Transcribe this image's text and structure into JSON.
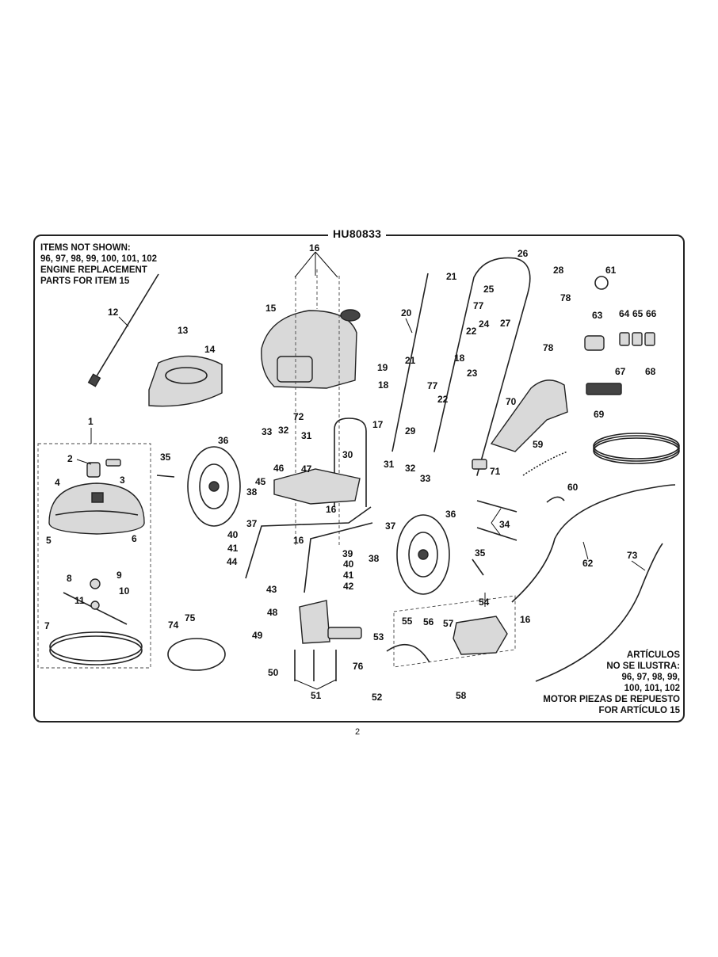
{
  "title": "HU80833",
  "notes": {
    "left": [
      "ITEMS NOT SHOWN:",
      "96, 97, 98, 99, 100, 101, 102",
      "ENGINE REPLACEMENT",
      "PARTS FOR ITEM 15"
    ],
    "right": [
      "ARTÍCULOS",
      "NO SE ILUSTRA:",
      "96, 97, 98, 99,",
      "100, 101, 102",
      "MOTOR PIEZAS DE REPUESTO",
      "FOR  ARTÍCULO 15"
    ]
  },
  "page_number": "2",
  "callouts": [
    "1",
    "2",
    "3",
    "4",
    "5",
    "6",
    "7",
    "8",
    "9",
    "10",
    "11",
    "12",
    "13",
    "14",
    "15",
    "16",
    "16",
    "16",
    "16",
    "17",
    "18",
    "18",
    "19",
    "20",
    "21",
    "21",
    "22",
    "22",
    "23",
    "24",
    "25",
    "26",
    "27",
    "28",
    "29",
    "30",
    "31",
    "31",
    "32",
    "32",
    "33",
    "33",
    "34",
    "35",
    "35",
    "36",
    "36",
    "37",
    "37",
    "38",
    "38",
    "39",
    "40",
    "40",
    "41",
    "41",
    "42",
    "43",
    "44",
    "45",
    "46",
    "47",
    "48",
    "49",
    "50",
    "51",
    "52",
    "53",
    "54",
    "55",
    "56",
    "57",
    "58",
    "59",
    "60",
    "61",
    "62",
    "63",
    "64",
    "65",
    "66",
    "67",
    "68",
    "69",
    "70",
    "71",
    "72",
    "73",
    "74",
    "75",
    "76",
    "77",
    "77",
    "78",
    "78"
  ]
}
